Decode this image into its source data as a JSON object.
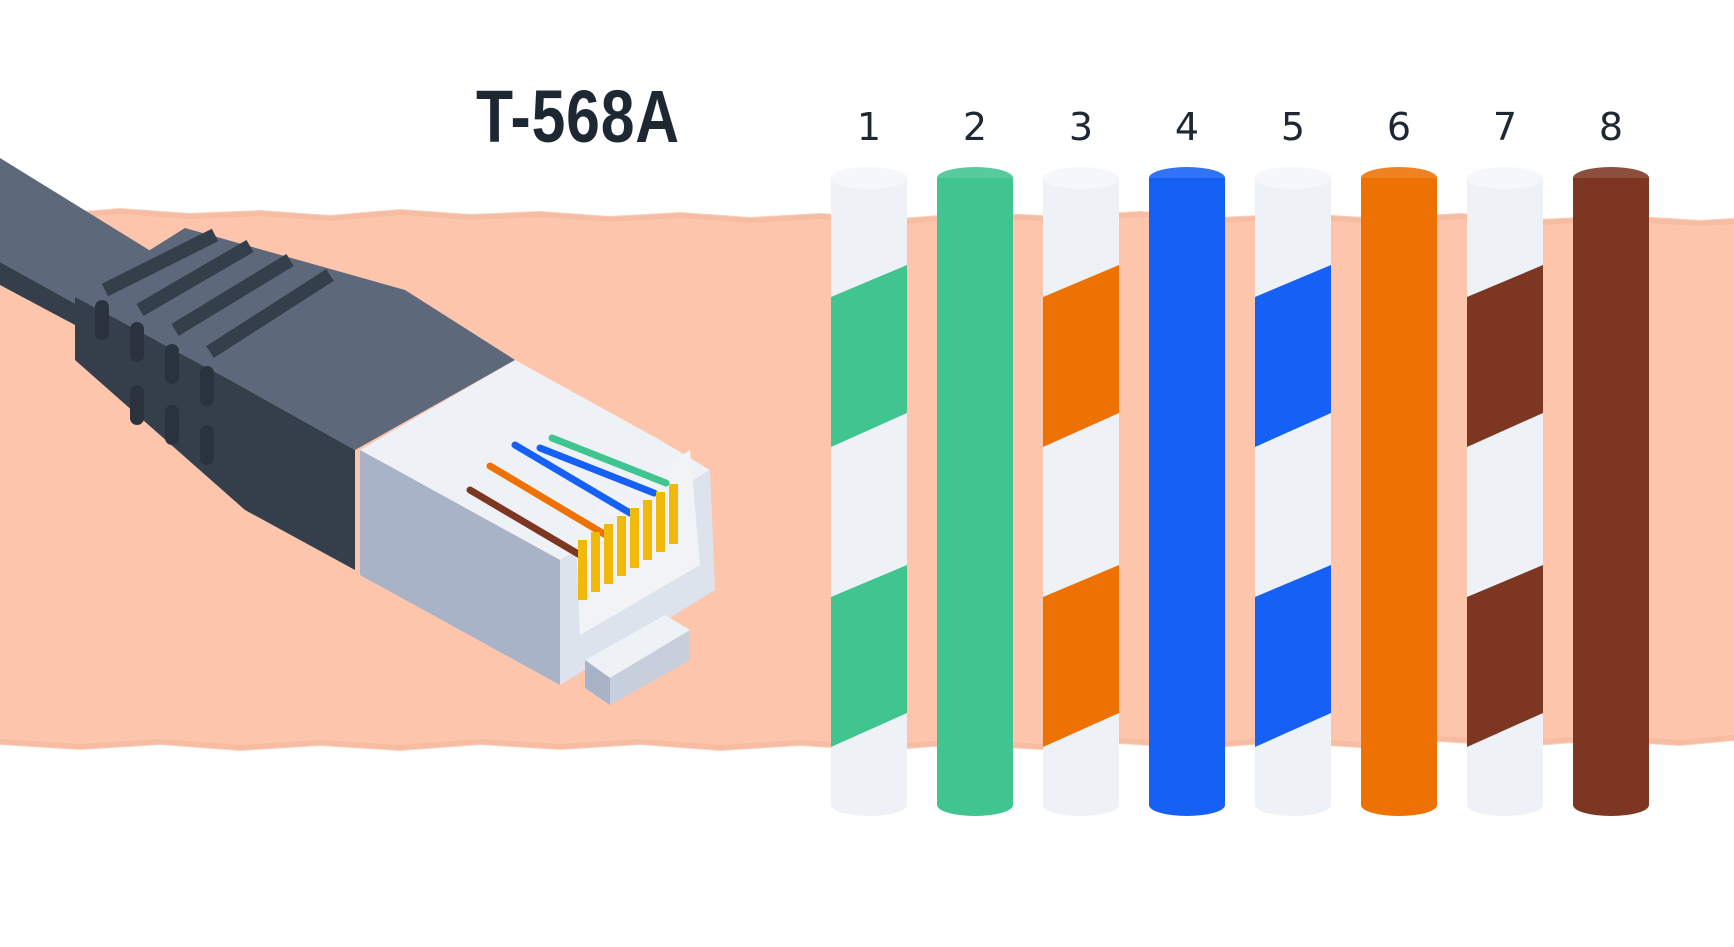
{
  "title": "T-568A",
  "colors": {
    "band": "#fcc5ac",
    "band_edge": "#f5b9a0",
    "white": "#eef1f6",
    "white_top": "#f6f7fa",
    "green": "#40c490",
    "orange": "#ee7103",
    "blue": "#1560f5",
    "brown": "#7c3622",
    "cable_dark": "#353f4b",
    "cable_light": "#5d697a",
    "plug_face": "#dde3ec",
    "plug_side": "#a9b3c7",
    "gold": "#f2b90d"
  },
  "wires": [
    {
      "pin": "1",
      "color": "green",
      "striped": true
    },
    {
      "pin": "2",
      "color": "green",
      "striped": false
    },
    {
      "pin": "3",
      "color": "orange",
      "striped": true
    },
    {
      "pin": "4",
      "color": "blue",
      "striped": false
    },
    {
      "pin": "5",
      "color": "blue",
      "striped": true
    },
    {
      "pin": "6",
      "color": "orange",
      "striped": false
    },
    {
      "pin": "7",
      "color": "brown",
      "striped": true
    },
    {
      "pin": "8",
      "color": "brown",
      "striped": false
    }
  ],
  "icons": {
    "connector": "rj45-connector-icon"
  }
}
